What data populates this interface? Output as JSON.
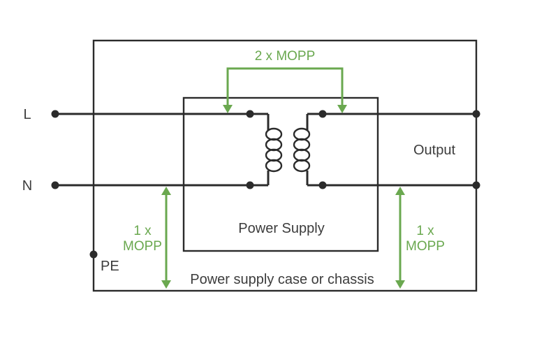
{
  "diagram": {
    "type": "medical-power-supply-isolation-diagram",
    "labels": {
      "line_terminal": "L",
      "neutral_terminal": "N",
      "protective_earth": "PE",
      "output": "Output",
      "power_supply": "Power Supply",
      "chassis": "Power supply case or chassis",
      "mopp_2x": "2 x MOPP",
      "mopp_1x_left": {
        "line1": "1 x",
        "line2": "MOPP"
      },
      "mopp_1x_right": {
        "line1": "1 x",
        "line2": "MOPP"
      }
    },
    "colors": {
      "wire": "#2b2b2b",
      "text": "#3c3c3c",
      "mopp_green": "#6aa84f",
      "background": "#ffffff"
    }
  }
}
